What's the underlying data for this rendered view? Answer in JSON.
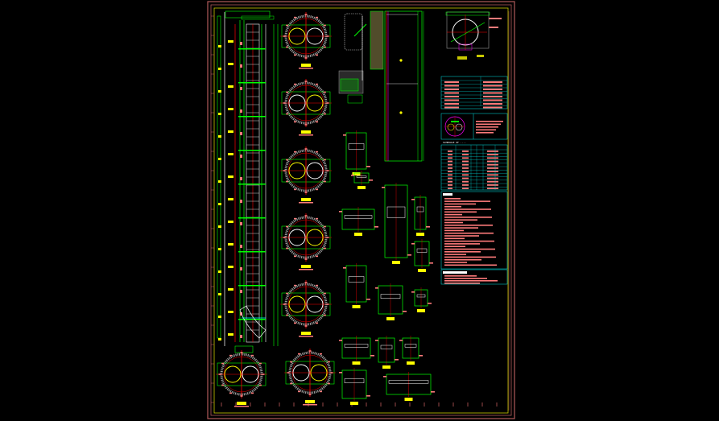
{
  "drawing": {
    "type": "CAD engineering drawing sheet",
    "background": "#000000",
    "layer_colors": {
      "frame": "#b05a5a",
      "border_inner": "#c8c800",
      "outline": "#00ff00",
      "dimension": "#ff7b7b",
      "centerline": "#ff0000",
      "text_label": "#ffff00",
      "table_grid": "#00c0c0",
      "gray_geometry": "#9a9a9a",
      "white_geometry": "#ffffff",
      "cyan_geometry": "#00ffff",
      "magenta_geometry": "#ff00ff"
    },
    "views": {
      "tall_column": "Tall vertical elevation view (left)",
      "round_sections": [
        "Section view 1",
        "Section view 2",
        "Section view 3",
        "Section view 4",
        "Section view 5",
        "Section view 6",
        "Section view 7"
      ],
      "detail_views": [
        "Detail 1",
        "Detail 2",
        "Detail 3",
        "Detail 4",
        "Detail 5",
        "Detail 6",
        "Detail 7",
        "Detail 8",
        "Detail 9",
        "Detail 10",
        "Detail 11",
        "Detail 12"
      ],
      "long_rect_view": "Long rectangular elevation (center-top)",
      "top_right_view": "Circular plan view (top-right)"
    },
    "tables": {
      "revision_table": {
        "rows": 8,
        "legible": false
      },
      "key_plan": {
        "legible": false
      },
      "schedule_table": {
        "title": "SCHEDULE OF ...",
        "rows": 12,
        "legible": false
      },
      "notes": {
        "title": "NOTES",
        "legible": false
      },
      "reference_drawings": {
        "title": "REFERENCE DRAWINGS",
        "legible": false
      }
    }
  }
}
